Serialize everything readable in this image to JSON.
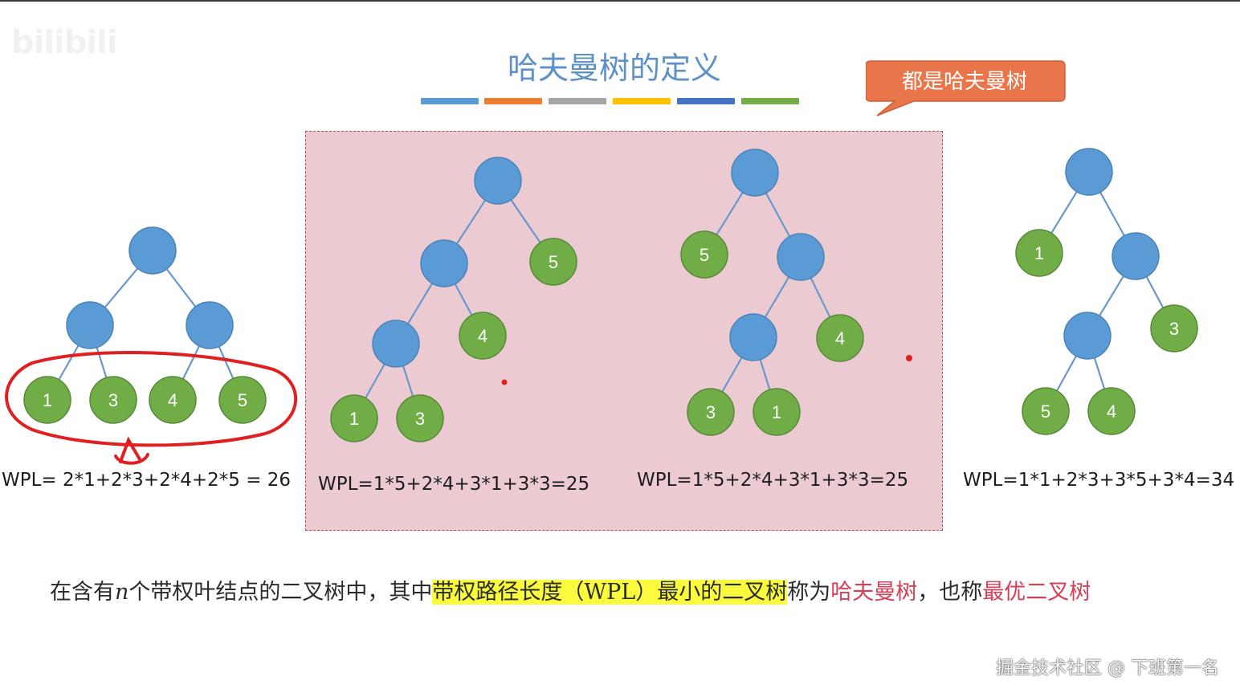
{
  "title": "哈夫曼树的定义",
  "watermark": "bilibili",
  "callout": "都是哈夫曼树",
  "color_bar": [
    "#5b9bd5",
    "#ed7d31",
    "#a5a5a5",
    "#ffc000",
    "#4472c4",
    "#70ad47"
  ],
  "node_colors": {
    "internal": "#5b9bd5",
    "leaf": "#70ad47",
    "leaf_outline": "#58893a",
    "internal_outline": "#4b83b8",
    "edge": "#6a97c9",
    "annotation_red": "#e02020"
  },
  "trees": [
    {
      "leaves": [
        "1",
        "3",
        "4",
        "5"
      ],
      "wpl": "WPL= 2*1+2*3+2*4+2*5 = 26"
    },
    {
      "leaves": [
        "5",
        "4",
        "1",
        "3"
      ],
      "wpl": "WPL=1*5+2*4+3*1+3*3=25"
    },
    {
      "leaves": [
        "5",
        "4",
        "3",
        "1"
      ],
      "wpl": "WPL=1*5+2*4+3*1+3*3=25"
    },
    {
      "leaves": [
        "1",
        "3",
        "5",
        "4"
      ],
      "wpl": "WPL=1*1+2*3+3*5+3*4=34"
    }
  ],
  "definition": {
    "p1": "在含有",
    "n": "n",
    "p2": "个带权叶结点的二叉树中，其中",
    "hl": "带权路径长度（WPL）最小的二叉树",
    "p3": "称为",
    "red1": "哈夫曼树",
    "p4": "，也称",
    "red2": "最优二叉树"
  },
  "footer": "掘金技术社区 @ 下班第一名"
}
